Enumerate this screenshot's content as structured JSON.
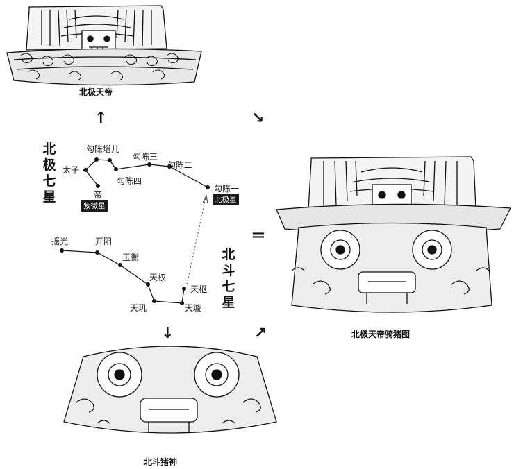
{
  "captions": {
    "top": "北极天帝",
    "right": "北极天帝骑猪图",
    "bottom": "北斗猪神"
  },
  "titles": {
    "polar": [
      "北",
      "极",
      "七",
      "星"
    ],
    "dipper": [
      "北",
      "斗",
      "七",
      "星"
    ]
  },
  "polar_stars": {
    "taizi": "太子",
    "gouchen_zenger": "勾陈增儿",
    "gouchen3": "勾陈三",
    "gouchen2": "勾陈二",
    "gouchen1": "勾陈一",
    "beijixing": "北极星",
    "di": "帝",
    "ziweixing": "紫微星",
    "gouchen4": "勾陈四"
  },
  "dipper_stars": {
    "yaoguang": "摇光",
    "kaiyang": "开阳",
    "yuheng": "玉衡",
    "tianquan": "天权",
    "tianji": "天玑",
    "tianxuan": "天璇",
    "tianshu": "天枢"
  },
  "symbols": {
    "arrow_up": "↑",
    "arrow_down": "↓",
    "arrow_down_right": "↘",
    "arrow_up_right": "↗",
    "equals": "="
  }
}
